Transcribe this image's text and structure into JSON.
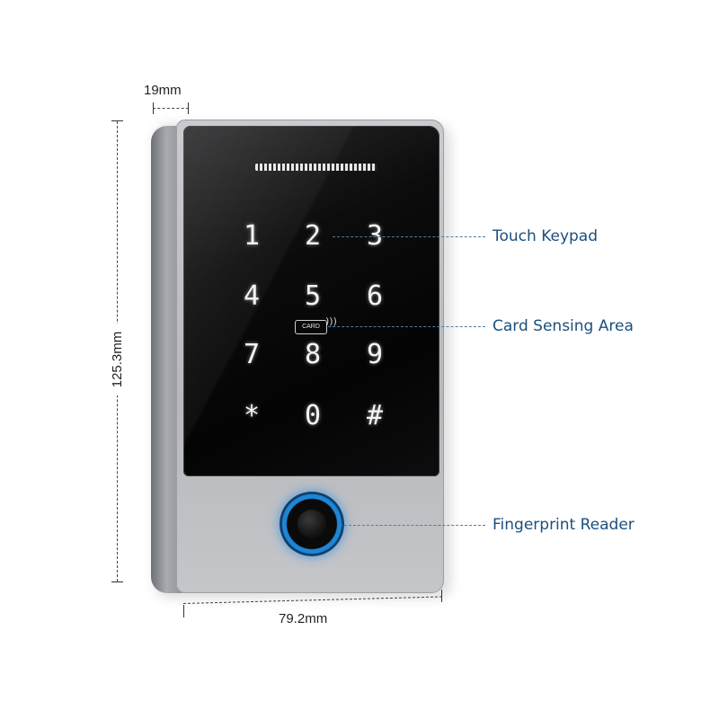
{
  "dimensions": {
    "depth": "19mm",
    "height": "125.3mm",
    "width": "79.2mm"
  },
  "callouts": {
    "keypad": "Touch Keypad",
    "card": "Card Sensing Area",
    "fingerprint": "Fingerprint Reader"
  },
  "keypad": {
    "keys": [
      "1",
      "2",
      "3",
      "4",
      "5",
      "6",
      "7",
      "8",
      "9",
      "*",
      "0",
      "#"
    ],
    "card_label": "CARD"
  },
  "colors": {
    "callout_text": "#1c4f7c",
    "fingerprint_ring": "#1d86d6",
    "glass": "#0a0a0a",
    "metal": "#b8babe"
  },
  "icons": {
    "card": "nfc-card-icon",
    "fingerprint": "fingerprint-reader-icon"
  }
}
